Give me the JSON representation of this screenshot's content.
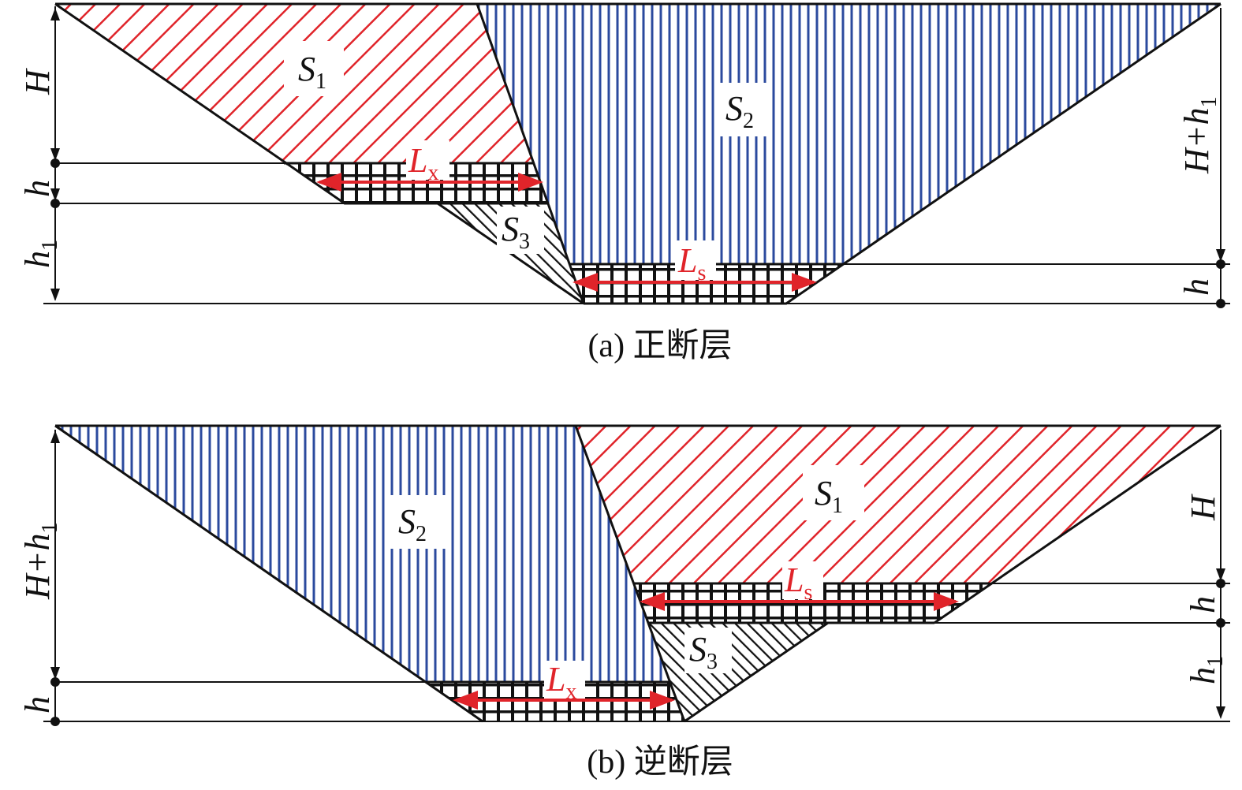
{
  "panel_a": {
    "caption": "(a) 正断层",
    "regions": {
      "s1": {
        "main": "S",
        "sub": "1"
      },
      "s2": {
        "main": "S",
        "sub": "2"
      },
      "s3": {
        "main": "S",
        "sub": "3"
      }
    },
    "lengths": {
      "lx": {
        "main": "L",
        "sub": "x"
      },
      "ls": {
        "main": "L",
        "sub": "s"
      }
    },
    "dims_left": [
      {
        "main": "H",
        "sub": ""
      },
      {
        "main": "h",
        "sub": ""
      },
      {
        "main": "h",
        "sub": "1"
      }
    ],
    "dims_right": [
      {
        "main": "H+h",
        "sub": "1"
      },
      {
        "main": "h",
        "sub": ""
      }
    ]
  },
  "panel_b": {
    "caption": "(b) 逆断层",
    "regions": {
      "s1": {
        "main": "S",
        "sub": "1"
      },
      "s2": {
        "main": "S",
        "sub": "2"
      },
      "s3": {
        "main": "S",
        "sub": "3"
      }
    },
    "lengths": {
      "lx": {
        "main": "L",
        "sub": "x"
      },
      "ls": {
        "main": "L",
        "sub": "s"
      }
    },
    "dims_left": [
      {
        "main": "H+h",
        "sub": "1"
      },
      {
        "main": "h",
        "sub": ""
      }
    ],
    "dims_right": [
      {
        "main": "H",
        "sub": ""
      },
      {
        "main": "h",
        "sub": ""
      },
      {
        "main": "h",
        "sub": "1"
      }
    ]
  },
  "colors": {
    "s1_hatch": "#e0242a",
    "s2_hatch": "#2b4a9e",
    "s3_hatch": "#111111",
    "arrow": "#e0242a"
  }
}
